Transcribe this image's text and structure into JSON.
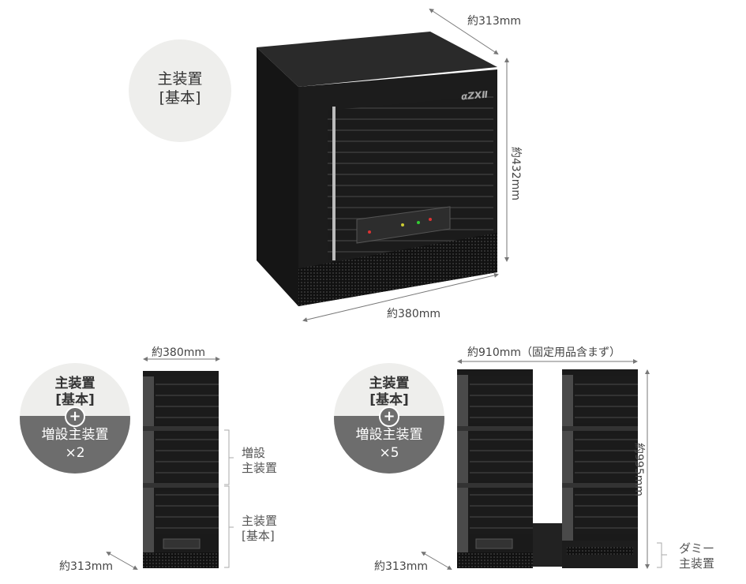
{
  "top": {
    "circle_line1": "主装置",
    "circle_line2": "[基本]",
    "dim_depth": "約313mm",
    "dim_height": "約432mm",
    "dim_width": "約380mm",
    "brand_text": "αZXⅡ"
  },
  "left": {
    "circle_top1": "主装置",
    "circle_top2": "[基本]",
    "plus": "+",
    "circle_bot1": "増設主装置",
    "circle_bot2": "×2",
    "dim_width": "約380mm",
    "dim_depth": "約313mm",
    "label_ext1": "増設",
    "label_ext2": "主装置",
    "label_main1": "主装置",
    "label_main2": "[基本]"
  },
  "right": {
    "circle_top1": "主装置",
    "circle_top2": "[基本]",
    "plus": "+",
    "circle_bot1": "増設主装置",
    "circle_bot2": "×5",
    "dim_width": "約910mm（固定用品含まず）",
    "dim_height": "約995mm",
    "dim_depth": "約313mm",
    "label_dummy1": "ダミー",
    "label_dummy2": "主装置"
  }
}
